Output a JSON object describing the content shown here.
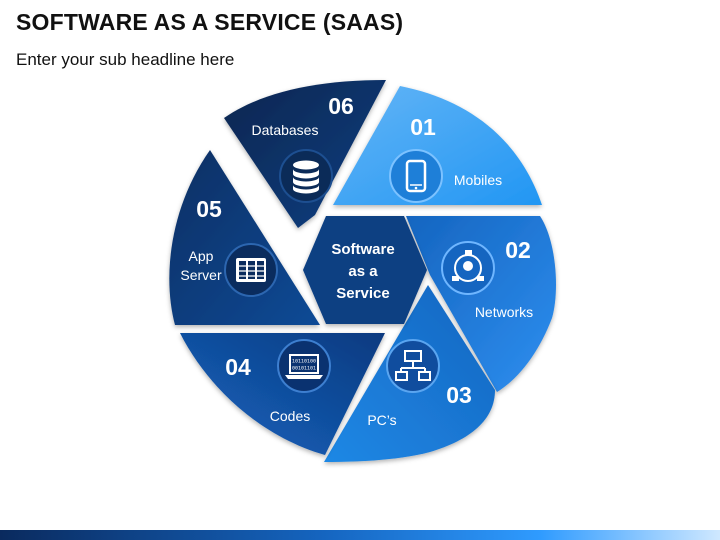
{
  "title": "SOFTWARE AS A SERVICE (SAAS)",
  "subtitle": "Enter your sub headline here",
  "center": {
    "line1": "Software",
    "line2": "as a",
    "line3": "Service"
  },
  "segments": [
    {
      "number": "01",
      "label": "Mobiles",
      "icon": "smartphone-icon",
      "color": "#42a5f5"
    },
    {
      "number": "02",
      "label": "Networks",
      "icon": "network-globe-icon",
      "color": "#1e88e5"
    },
    {
      "number": "03",
      "label": "PC’s",
      "icon": "pc-network-icon",
      "color": "#1976d2"
    },
    {
      "number": "04",
      "label": "Codes",
      "icon": "binary-code-laptop-icon",
      "color": "#0d47a1"
    },
    {
      "number": "05",
      "label_line1": "App",
      "label_line2": "Server",
      "icon": "server-rack-icon",
      "color": "#0b3c7d"
    },
    {
      "number": "06",
      "label": "Databases",
      "icon": "database-icon",
      "color": "#0a2f63"
    }
  ],
  "laptop_code": {
    "line1": "10110100",
    "line2": "00101101"
  },
  "colors": {
    "title": "#111111",
    "bar_dark": "#0a2a5e",
    "bar_light": "#2f9bff"
  }
}
